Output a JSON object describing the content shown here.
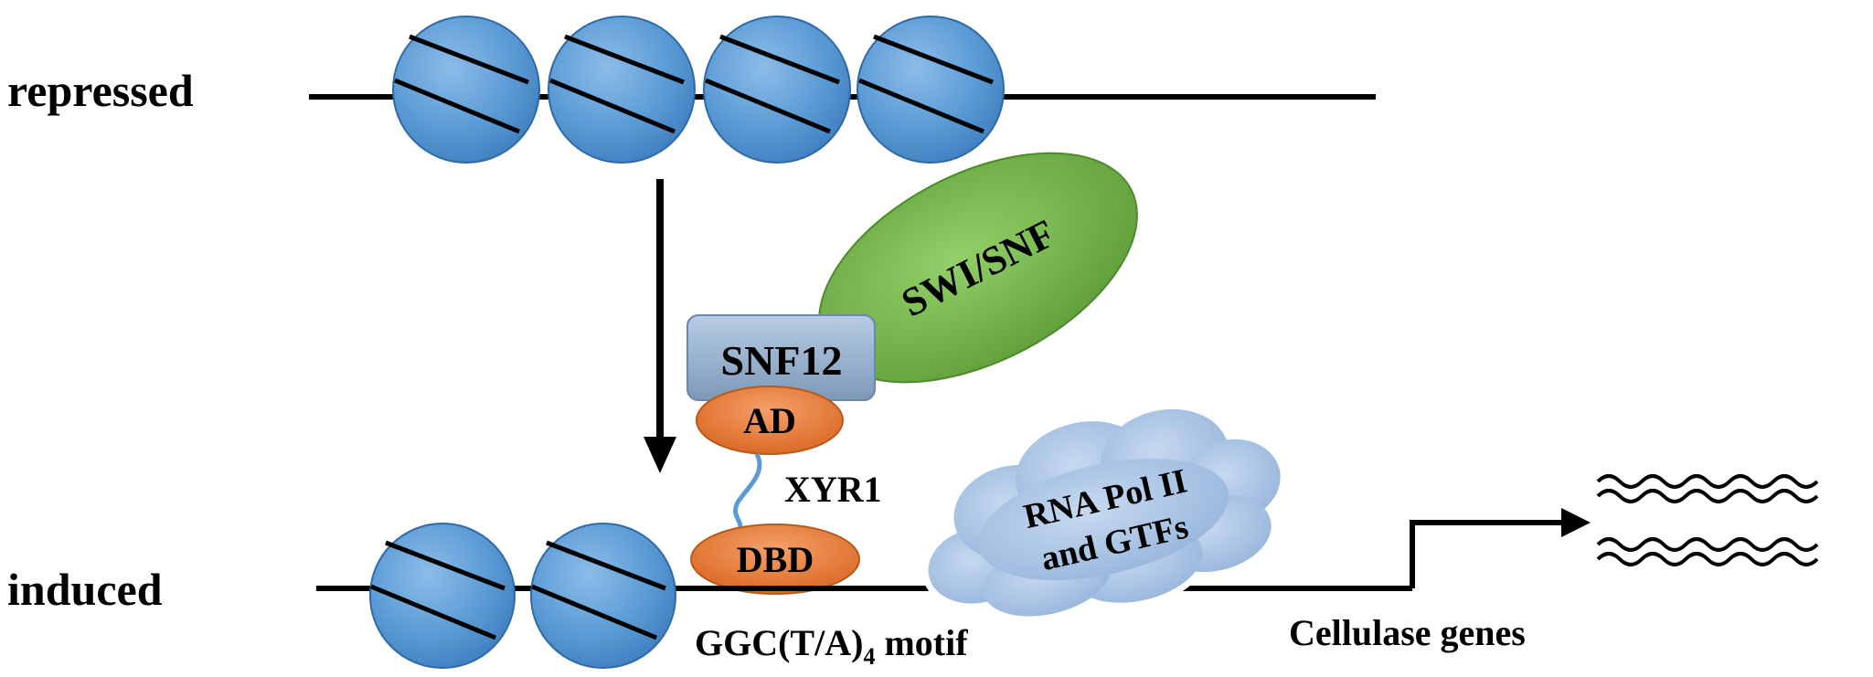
{
  "labels": {
    "repressed": "repressed",
    "induced": "induced",
    "swi_snf": "SWI/SNF",
    "snf12": "SNF12",
    "ad": "AD",
    "xyr1": "XYR1",
    "dbd": "DBD",
    "rna_pol_line1": "RNA Pol II",
    "rna_pol_line2": "and GTFs",
    "motif_prefix": "GGC(T/A)",
    "motif_sub": "4",
    "motif_suffix": " motif",
    "cellulase": "Cellulase genes"
  },
  "colors": {
    "nucleosome": "#5b9bd5",
    "swi_snf": "#70ad47",
    "snf12": "#8ea9c8",
    "domain": "#ed7d31",
    "cloud": "#a9c4e6",
    "linker": "#5b9bd5"
  }
}
